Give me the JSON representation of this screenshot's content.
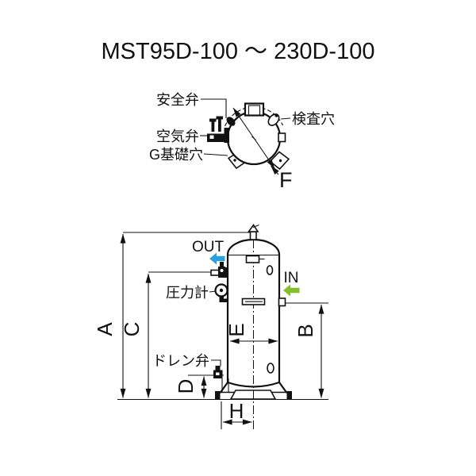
{
  "title": "MST95D-100 ～ 230D-100",
  "colors": {
    "out_arrow": "#2b9fdf",
    "in_arrow": "#84bf2a",
    "line": "#111111",
    "background": "#ffffff"
  },
  "top_view": {
    "safety_valve_label": "安全弁",
    "inspection_hole_label": "検査穴",
    "air_valve_label": "空気弁",
    "foundation_hole_label": "G基礎穴",
    "diameter_dim": "F"
  },
  "side_view": {
    "out_label": "OUT",
    "in_label": "IN",
    "pressure_gauge_label": "圧力計",
    "drain_valve_label": "ドレン弁",
    "dim_total_height": "A",
    "dim_inlet_height": "B",
    "dim_outlet_height": "C",
    "dim_drain_height": "D",
    "dim_tank_diameter": "E",
    "dim_foot_offset": "H"
  }
}
